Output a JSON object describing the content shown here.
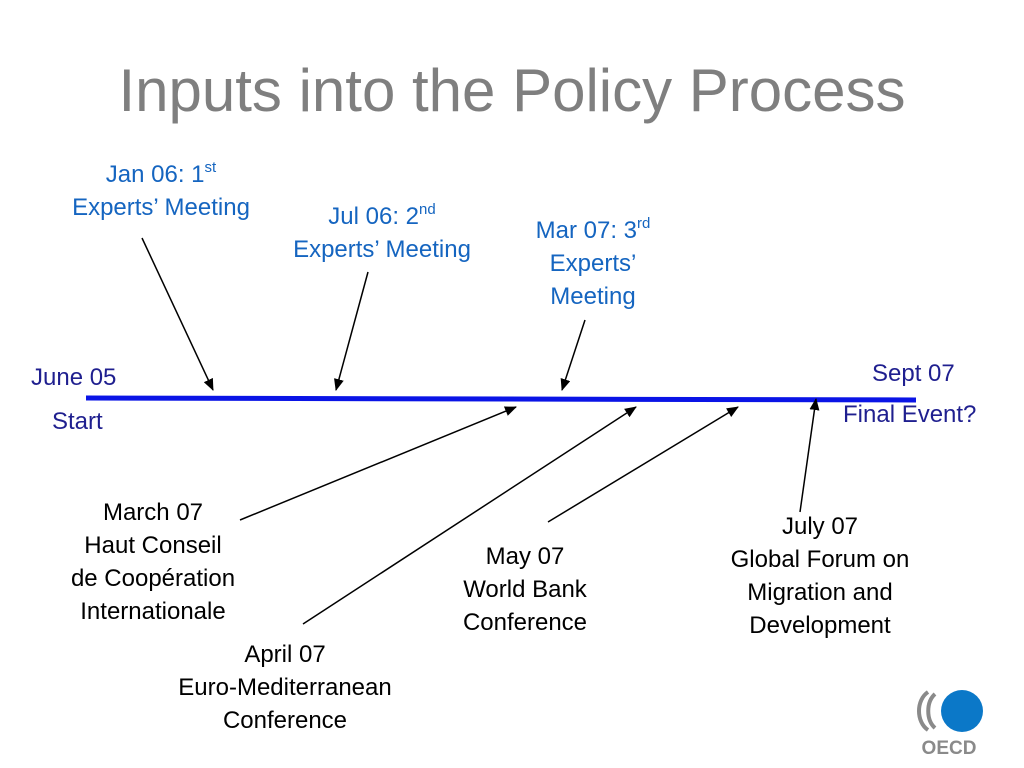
{
  "title": "Inputs into the Policy Process",
  "timeline": {
    "start_date": "June 05",
    "start_label": "Start",
    "end_date": "Sept 07",
    "end_label": "Final Event?"
  },
  "meetings": [
    {
      "prefix": "Jan 06: 1",
      "sup": "st",
      "line2": "Experts’ Meeting"
    },
    {
      "prefix": "Jul 06: 2",
      "sup": "nd",
      "line2": "Experts’ Meeting"
    },
    {
      "prefix": "Mar 07: 3",
      "sup": "rd",
      "line2": "Experts’",
      "line3": "Meeting"
    }
  ],
  "events": [
    {
      "lines": [
        "March  07",
        "Haut Conseil",
        "de Coopération",
        "Internationale"
      ]
    },
    {
      "lines": [
        "April  07",
        "Euro-Mediterranean",
        "Conference"
      ]
    },
    {
      "lines": [
        "May 07",
        "World Bank",
        "Conference"
      ]
    },
    {
      "lines": [
        "July 07",
        "Global Forum on",
        "Migration and",
        "Development"
      ]
    }
  ],
  "logo_text": "OECD",
  "colors": {
    "title": "#7f7f7f",
    "timeline": "#0a14e6",
    "meeting_text": "#1565c0",
    "date_text": "#1f1f8f",
    "logo_blue": "#0b78c8",
    "logo_gray": "#8a8a8a"
  }
}
